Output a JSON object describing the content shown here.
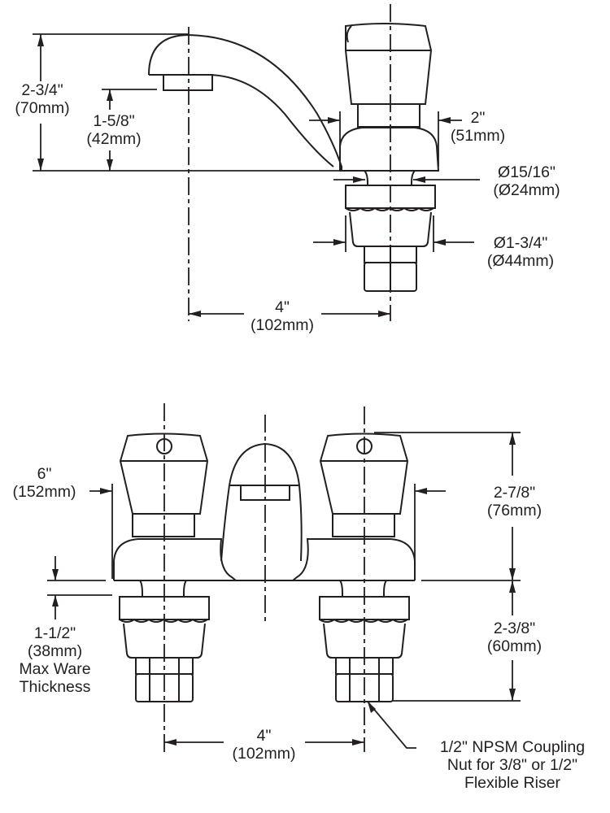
{
  "side_view": {
    "spout_height": {
      "imperial": "2-3/4\"",
      "metric": "(70mm)"
    },
    "aerator_height": {
      "imperial": "1-5/8\"",
      "metric": "(42mm)"
    },
    "base_width": {
      "imperial": "2\"",
      "metric": "(51mm)"
    },
    "shank_diameter": {
      "imperial": "Ø15/16\"",
      "metric": "(Ø24mm)"
    },
    "locknut_diameter": {
      "imperial": "Ø1-3/4\"",
      "metric": "(Ø44mm)"
    },
    "spout_reach": {
      "imperial": "4\"",
      "metric": "(102mm)"
    }
  },
  "front_view": {
    "overall_width": {
      "imperial": "6\"",
      "metric": "(152mm)"
    },
    "handle_height": {
      "imperial": "2-7/8\"",
      "metric": "(76mm)"
    },
    "ware_thickness": {
      "imperial": "1-1/2\"",
      "metric": "(38mm)",
      "line3": "Max Ware",
      "line4": "Thickness"
    },
    "shank_length": {
      "imperial": "2-3/8\"",
      "metric": "(60mm)"
    },
    "centers": {
      "imperial": "4\"",
      "metric": "(102mm)"
    },
    "coupling_note": {
      "line1": "1/2\" NPSM Coupling",
      "line2": "Nut for 3/8\" or 1/2\"",
      "line3": "Flexible Riser"
    }
  },
  "colors": {
    "line": "#231f20",
    "background": "#ffffff"
  }
}
